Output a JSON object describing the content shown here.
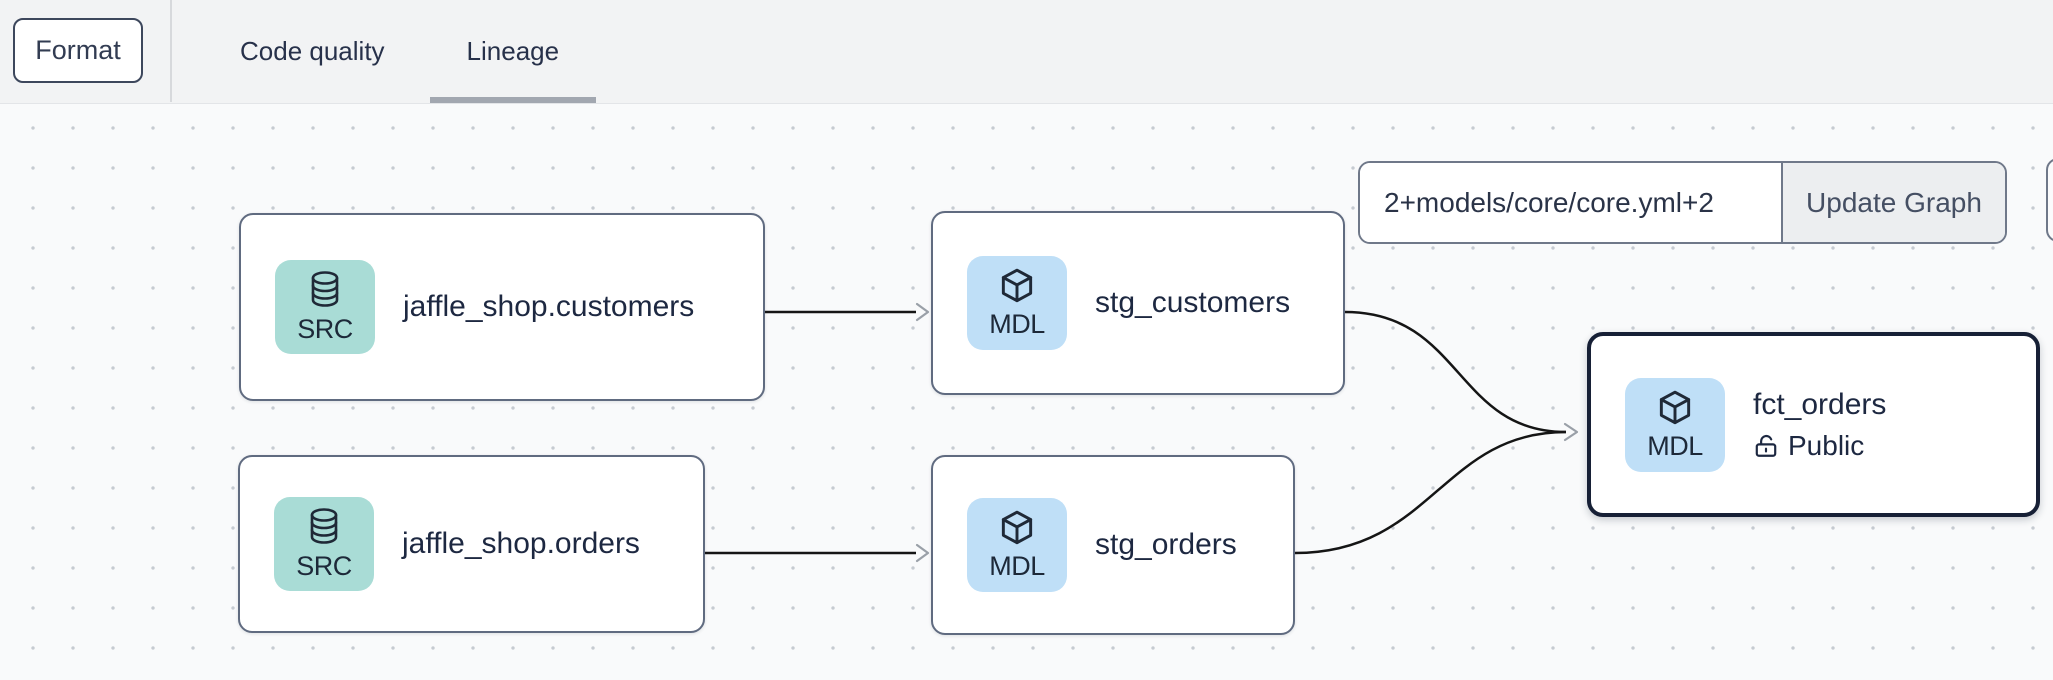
{
  "toolbar": {
    "format_label": "Format",
    "tabs": [
      {
        "label": "Code quality",
        "active": false
      },
      {
        "label": "Lineage",
        "active": true
      }
    ]
  },
  "graph_controls": {
    "selector_value": "2+models/core/core.yml+2",
    "update_button_label": "Update Graph"
  },
  "lineage": {
    "nodes": [
      {
        "id": "jaffle_shop.customers",
        "label": "jaffle_shop.customers",
        "type": "SRC",
        "icon": "database-icon"
      },
      {
        "id": "stg_customers",
        "label": "stg_customers",
        "type": "MDL",
        "icon": "cube-icon"
      },
      {
        "id": "jaffle_shop.orders",
        "label": "jaffle_shop.orders",
        "type": "SRC",
        "icon": "database-icon"
      },
      {
        "id": "stg_orders",
        "label": "stg_orders",
        "type": "MDL",
        "icon": "cube-icon"
      },
      {
        "id": "fct_orders",
        "label": "fct_orders",
        "type": "MDL",
        "icon": "cube-icon",
        "access": "Public",
        "access_icon": "unlock-icon",
        "selected": true
      }
    ],
    "edges": [
      {
        "from": "jaffle_shop.customers",
        "to": "stg_customers"
      },
      {
        "from": "jaffle_shop.orders",
        "to": "stg_orders"
      },
      {
        "from": "stg_customers",
        "to": "fct_orders"
      },
      {
        "from": "stg_orders",
        "to": "fct_orders"
      }
    ]
  },
  "colors": {
    "src_badge": "#a9dcd6",
    "mdl_badge": "#bfdff7",
    "edge": "#151515",
    "selected_border": "#172036",
    "card_border": "#606b80",
    "text": "#1d2841"
  }
}
